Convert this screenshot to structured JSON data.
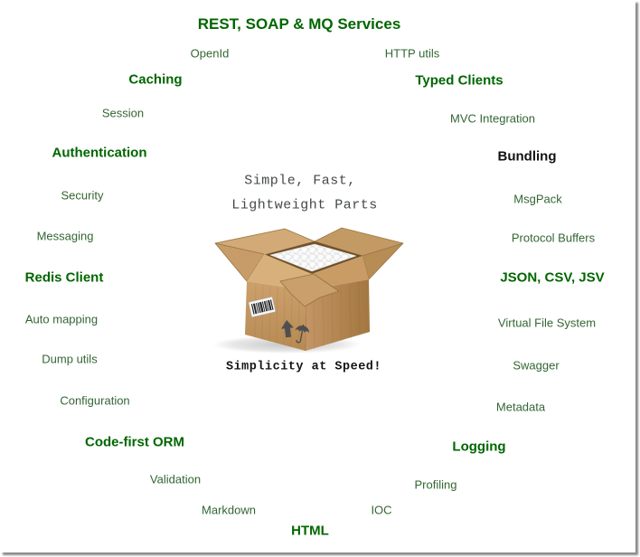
{
  "title": "REST, SOAP & MQ Services",
  "headings": {
    "caching": "Caching",
    "typed_clients": "Typed Clients",
    "authentication": "Authentication",
    "bundling": "Bundling",
    "redis_client": "Redis Client",
    "json_csv_jsv": "JSON, CSV, JSV",
    "code_first_orm": "Code-first ORM",
    "logging": "Logging",
    "html": "HTML"
  },
  "features": {
    "openid": "OpenId",
    "http_utils": "HTTP utils",
    "session": "Session",
    "mvc_integration": "MVC Integration",
    "security": "Security",
    "msgpack": "MsgPack",
    "messaging": "Messaging",
    "protocol_buffers": "Protocol Buffers",
    "auto_mapping": "Auto mapping",
    "virtual_file_system": "Virtual File System",
    "dump_utils": "Dump utils",
    "swagger": "Swagger",
    "configuration": "Configuration",
    "metadata": "Metadata",
    "validation": "Validation",
    "profiling": "Profiling",
    "markdown": "Markdown",
    "ioc": "IOC"
  },
  "center": {
    "tagline_line1": "Simple, Fast,",
    "tagline_line2": "Lightweight Parts",
    "slogan": "Simplicity at Speed!"
  },
  "illustration": {
    "name": "open-cardboard-box-with-packing-peanuts",
    "details": [
      "packing-peanuts",
      "barcode-label",
      "this-side-up-arrow",
      "keep-dry-umbrella"
    ]
  },
  "colors": {
    "heading_green": "#006600",
    "bundling_heading": "#121212",
    "feature_green": "#336633",
    "tagline_gray": "#45494a",
    "slogan_black": "#151515",
    "cardboard_tan": "#c9a06b",
    "cardboard_dark": "#9a7642",
    "shadow_gray": "#6e6e6e"
  }
}
